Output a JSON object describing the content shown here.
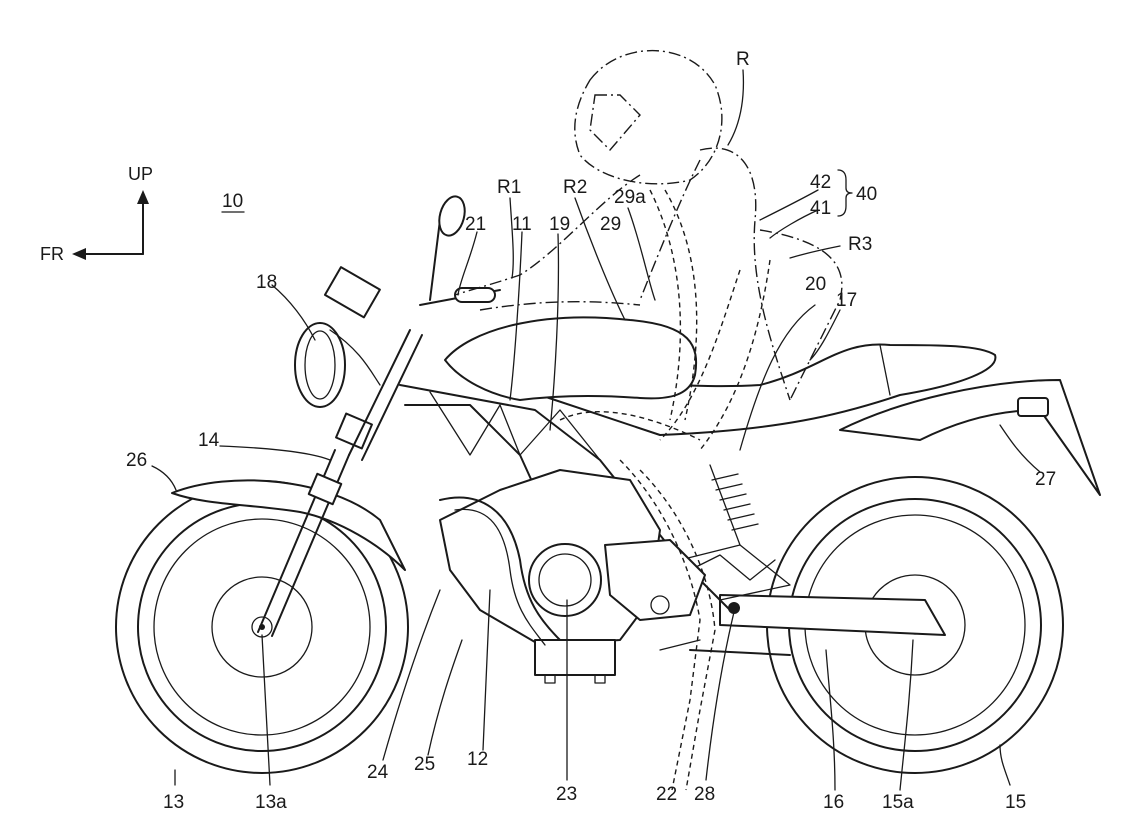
{
  "figure_ref": "10",
  "directions": {
    "up": "UP",
    "front": "FR"
  },
  "labels": {
    "R": "R",
    "R1": "R1",
    "R2": "R2",
    "R3": "R3",
    "n29a": "29a",
    "n29": "29",
    "n42": "42",
    "n41": "41",
    "n40": "40",
    "n21": "21",
    "n11": "11",
    "n19": "19",
    "n18": "18",
    "n20": "20",
    "n17": "17",
    "n14": "14",
    "n26": "26",
    "n27": "27",
    "n13": "13",
    "n13a": "13a",
    "n24": "24",
    "n25": "25",
    "n12": "12",
    "n23": "23",
    "n22": "22",
    "n28": "28",
    "n16": "16",
    "n15a": "15a",
    "n15": "15"
  }
}
